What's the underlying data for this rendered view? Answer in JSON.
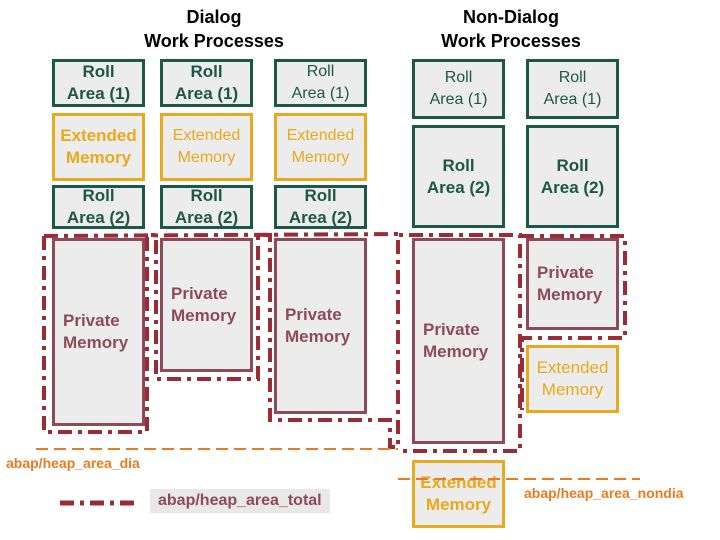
{
  "headings": {
    "dialog": "Dialog\nWork Processes",
    "nondialog": "Non-Dialog\nWork Processes"
  },
  "boxes": {
    "roll1": "Roll\nArea (1)",
    "roll2": "Roll\nArea (2)",
    "extended": "Extended\nMemory",
    "private": "Private\nMemory"
  },
  "labels": {
    "heap_dia": "abap/heap_area_dia",
    "heap_nondia": "abap/heap_area_nondia",
    "heap_total": "abap/heap_area_total"
  },
  "colors": {
    "roll": "#1d5746",
    "extended": "#eaa91d",
    "private": "#8d4b5a",
    "heap_total_line": "#9b2c36",
    "heap_area_line": "#ec7a1f"
  }
}
